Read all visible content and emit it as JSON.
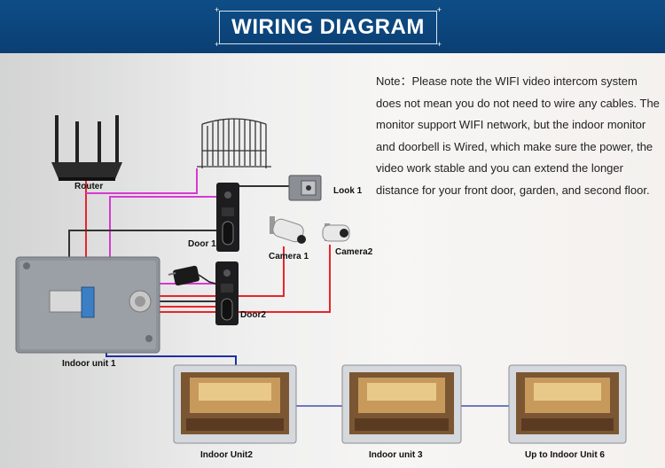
{
  "header": {
    "title": "WIRING DIAGRAM"
  },
  "note": "Note：Please note the WIFI video intercom system does not mean you do not need to wire any cables. The monitor support WIFI network, but the indoor monitor and doorbell is Wired, which make sure the power, the video work stable and you can extend the longer distance for your front door, garden, and second floor.",
  "labels": {
    "router": "Router",
    "door1": "Door 1",
    "door2": "Door2",
    "lock1": "Look 1",
    "camera1": "Camera 1",
    "camera2": "Camera2",
    "indoor_unit_1": "Indoor unit  1",
    "indoor_unit_2": "Indoor Unit2",
    "indoor_unit_3": "Indoor unit  3",
    "indoor_unit_6": "Up to Indoor Unit  6"
  },
  "colors": {
    "banner": "#0e4d87",
    "wire_red": "#e8252b",
    "wire_magenta": "#d63ad0",
    "wire_dark": "#333333",
    "wire_blue": "#1f2fa3",
    "monitor_frame": "#c9ccd0"
  }
}
